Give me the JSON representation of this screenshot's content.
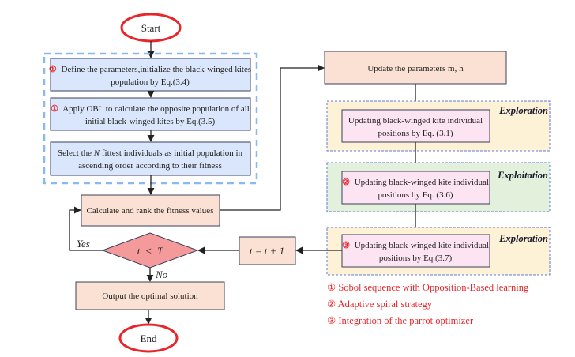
{
  "diagram": {
    "start": "Start",
    "end": "End",
    "init_group": {
      "step1": {
        "marker": "①",
        "line1": "Define the parameters,initialize the black-winged kites",
        "line2": "population by Eq.(3.4)"
      },
      "step2": {
        "marker": "①",
        "line1": "Apply OBL to calculate the opposite population of all",
        "line2": "initial black-winged kites by Eq.(3.5)"
      },
      "step3": {
        "line1_pre": "Select the ",
        "line1_var": "N",
        "line1_post": " fittest  individuals as initial population in",
        "line2": "ascending order according to their fitness"
      }
    },
    "calculate": "Calculate and rank the fitness values",
    "decision": {
      "left": "t",
      "op": "≤",
      "right": "T"
    },
    "yes_label": "Yes",
    "no_label": "No",
    "increment": "t = t + 1",
    "output": "Output the optimal solution",
    "update_params": "Update the parameters m, h",
    "phases": [
      {
        "region_label": "Exploration",
        "marker": "",
        "line1": "Updating black-winged kite individual",
        "line2": "positions by  Eq. (3.1)",
        "bg": "#fdf1d6"
      },
      {
        "region_label": "Exploitation",
        "marker": "②",
        "line1": "Updating black-winged kite individual",
        "line2": "positions by  Eq. (3.6)",
        "bg": "#e3f0dc"
      },
      {
        "region_label": "Exploration",
        "marker": "③",
        "line1": "Updating black-winged kite individual",
        "line2": "positions by  Eq.(3.7)",
        "bg": "#fdf1d6"
      }
    ],
    "legend": [
      "① Sobol sequence with Opposition-Based learning",
      "② Adaptive spiral strategy",
      "③ Integration of the parrot optimizer"
    ],
    "colors": {
      "terminal_stroke": "#e8262a",
      "init_fill": "#dae6fb",
      "init_group_border": "#8ab8f0",
      "process_fill": "#fbe1d3",
      "phase_box_fill": "#fde4f3",
      "decision_fill": "#f59a9a",
      "phase_border": "#5b7be0",
      "legend_text": "#e8262a"
    }
  }
}
